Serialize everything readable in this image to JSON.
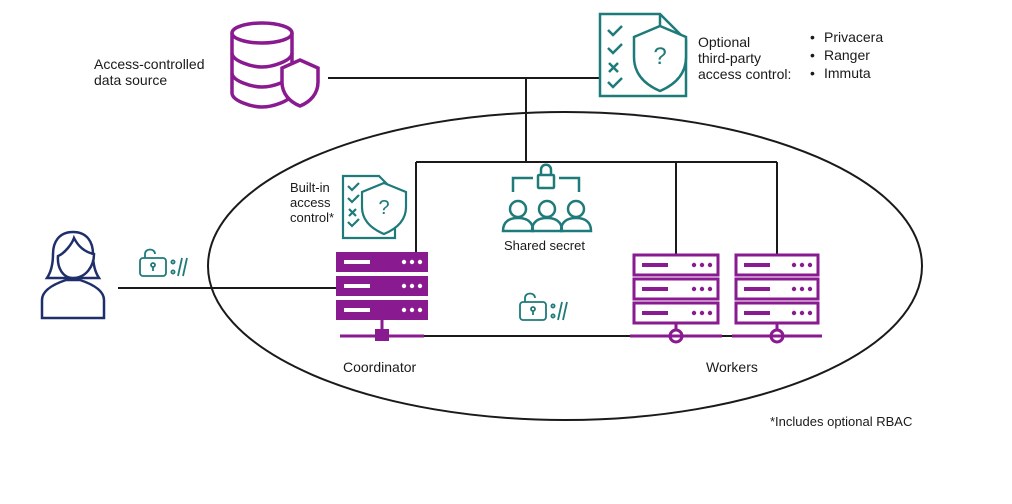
{
  "labels": {
    "data_source": [
      "Access-controlled",
      "data source"
    ],
    "third_party": [
      "Optional",
      "third-party",
      "access control:"
    ],
    "third_party_options": [
      "Privacera",
      "Ranger",
      "Immuta"
    ],
    "built_in": [
      "Built-in",
      "access",
      "control*"
    ],
    "shared_secret": "Shared secret",
    "coordinator": "Coordinator",
    "workers": "Workers",
    "footnote": "*Includes optional RBAC"
  },
  "colors": {
    "purple": "#8a1a8f",
    "teal": "#1f7a7a",
    "navy": "#1f2f6b",
    "line": "#1a1a1a"
  },
  "icons": [
    "database-icon",
    "shield-icon",
    "checklist-shield-icon",
    "user-icon",
    "lock-icon",
    "server-icon",
    "shared-secret-group-icon"
  ]
}
